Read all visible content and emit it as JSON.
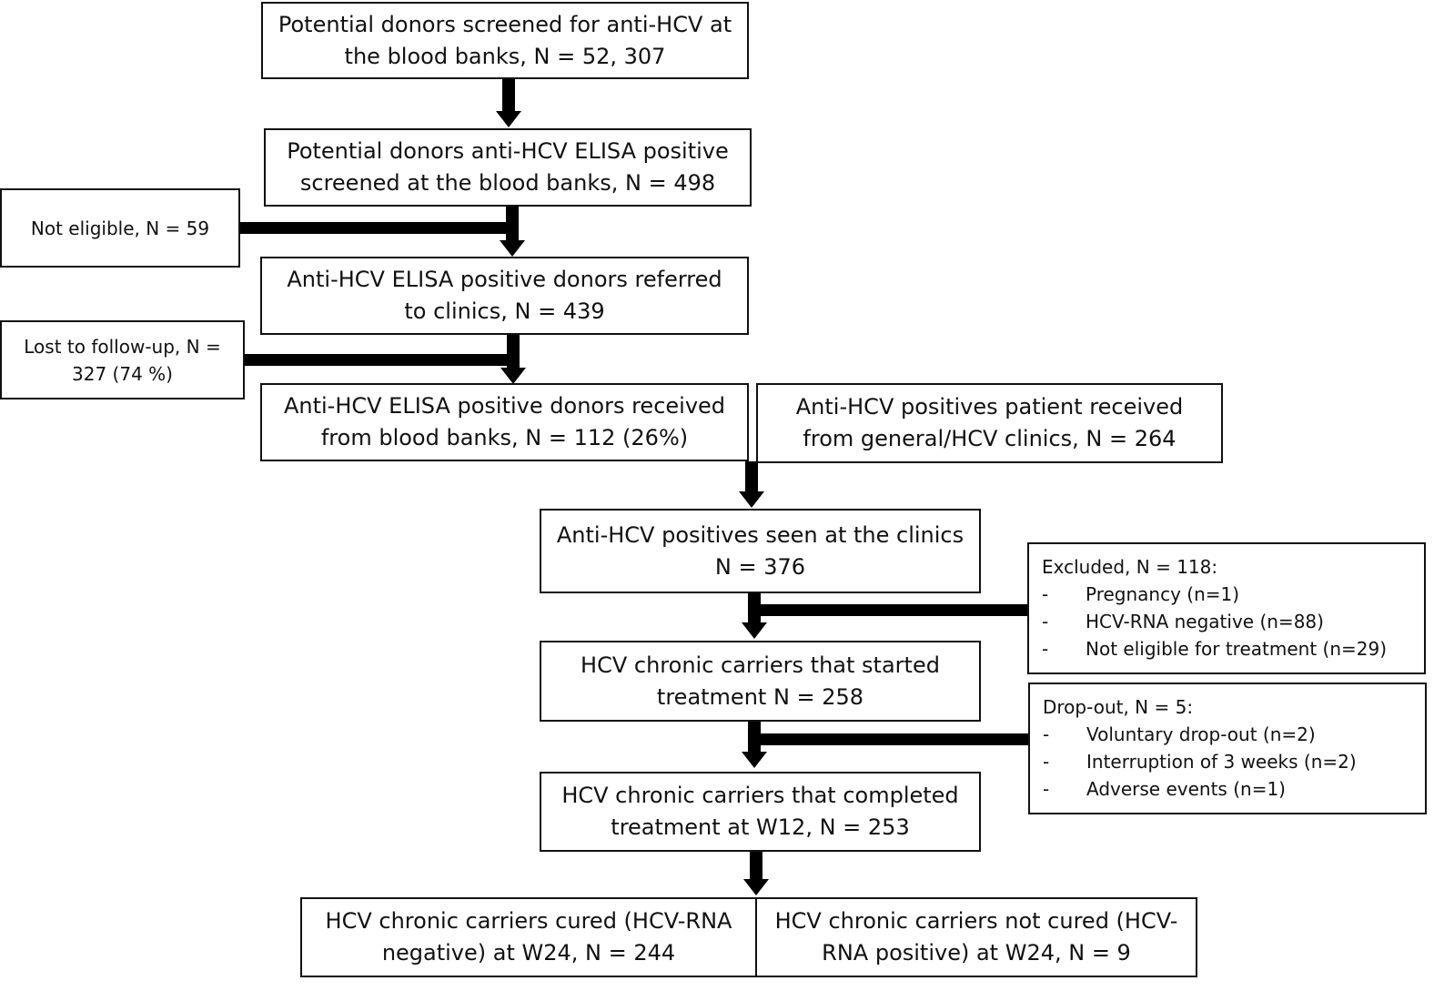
{
  "boxes": {
    "screened": "Potential donors screened for anti-HCV at the blood banks, N = 52, 307",
    "elisa_positive": "Potential donors anti-HCV ELISA positive screened at the blood banks, N = 498",
    "not_eligible": "Not eligible, N = 59",
    "referred": "Anti-HCV ELISA positive donors referred to clinics, N = 439",
    "lost": "Lost to follow-up, N = 327 (74 %)",
    "received_blood_banks": "Anti-HCV ELISA positive donors received from blood banks, N = 112 (26%)",
    "received_clinics": "Anti-HCV positives patient received from general/HCV clinics, N = 264",
    "seen": "Anti-HCV positives seen at the clinics N = 376",
    "started": "HCV chronic carriers that started treatment N = 258",
    "completed": "HCV chronic carriers that completed treatment at W12, N = 253",
    "cured": "HCV chronic carriers cured (HCV-RNA negative) at W24, N = 244",
    "not_cured": "HCV chronic carriers not cured (HCV-RNA positive) at W24, N = 9"
  },
  "excluded": {
    "title": "Excluded, N = 118:",
    "bullet": "-",
    "items": [
      "Pregnancy (n=1)",
      "HCV-RNA negative (n=88)",
      "Not eligible for treatment (n=29)"
    ]
  },
  "dropout": {
    "title": "Drop-out, N = 5:",
    "bullet": "-",
    "items": [
      "Voluntary drop-out (n=2)",
      "Interruption of 3 weeks (n=2)",
      "Adverse events (n=1)"
    ]
  }
}
